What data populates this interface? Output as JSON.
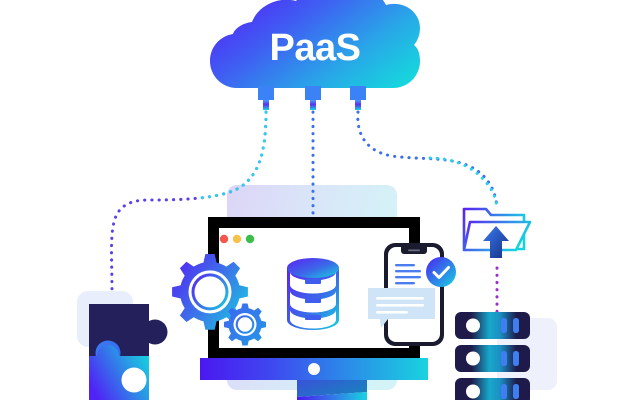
{
  "illustration": {
    "title": "PaaS cloud platform architecture illustration",
    "cloud": {
      "label": "PaaS",
      "gradient_from": "#4b28f0",
      "gradient_to": "#19d3e0",
      "connector_count": 3,
      "connector_color": "#3b82f6"
    },
    "connections": [
      {
        "name": "cloud-to-puzzle",
        "color": "#5b3fe8",
        "style": "dotted"
      },
      {
        "name": "cloud-to-monitor",
        "color": "#3b6ef0",
        "style": "dotted"
      },
      {
        "name": "cloud-to-folder",
        "color": "#2ad0ee",
        "style": "dotted"
      },
      {
        "name": "folder-to-server",
        "color": "#9a2fd0",
        "style": "dotted"
      }
    ],
    "monitor": {
      "name": "desktop-monitor",
      "frame_color": "#000000",
      "screen_color": "#ffffff",
      "traffic_lights": [
        "#f4574e",
        "#f7c24b",
        "#3cbf4a"
      ],
      "stand_gradient_from": "#4b28f0",
      "stand_gradient_to": "#19d3e0",
      "base_dot_color": "#ffffff"
    },
    "gears": {
      "name": "settings-gears",
      "large_gradient_from": "#4b3fe8",
      "large_gradient_to": "#19c9e0",
      "small_gradient_from": "#3f6ef0",
      "small_gradient_to": "#2a9ae8"
    },
    "database": {
      "name": "database-cylinder",
      "gradient_from": "#5b2ff0",
      "gradient_to": "#19d3e0",
      "tiers": 3,
      "led_color": "#3f5ef0"
    },
    "phone": {
      "name": "mobile-phone",
      "body_color": "#1b1b2f",
      "screen_color": "#ffffff",
      "text_line_color": "#4b7df0",
      "check_badge_from": "#4b28f0",
      "check_badge_to": "#19d3e0",
      "check_glyph": "check-mark",
      "bubble_color": "#cfe4f7",
      "bubble_line_color": "#ffffff",
      "screen_lines": 4,
      "bubble_lines": 3
    },
    "folder": {
      "name": "upload-folder",
      "outline_from": "#5b2ff0",
      "outline_to": "#19d3e0",
      "arrow_from": "#2f6ef0",
      "arrow_to": "#1b3a8f",
      "arrow_direction": "up"
    },
    "servers": {
      "name": "server-rack",
      "unit_count": 3,
      "gradient_from": "#1e1b4b",
      "gradient_mid": "#1ba5c4",
      "gradient_to": "#1e1b4b",
      "led_color": "#ffffff",
      "slot_color": "#3f7ef0",
      "backdrop_color": "#eef1fb"
    },
    "puzzle": {
      "name": "puzzle-piece",
      "top_color": "#23205c",
      "bottom_from": "#4b28f0",
      "bottom_to": "#19d3e0",
      "knob_color": "#23205c",
      "backdrop_color": "#e9eefc"
    },
    "backdrop_panel": {
      "name": "monitor-backdrop-panel",
      "gradient_from": "#dcd6f7",
      "gradient_to": "#d6f2f7"
    }
  }
}
